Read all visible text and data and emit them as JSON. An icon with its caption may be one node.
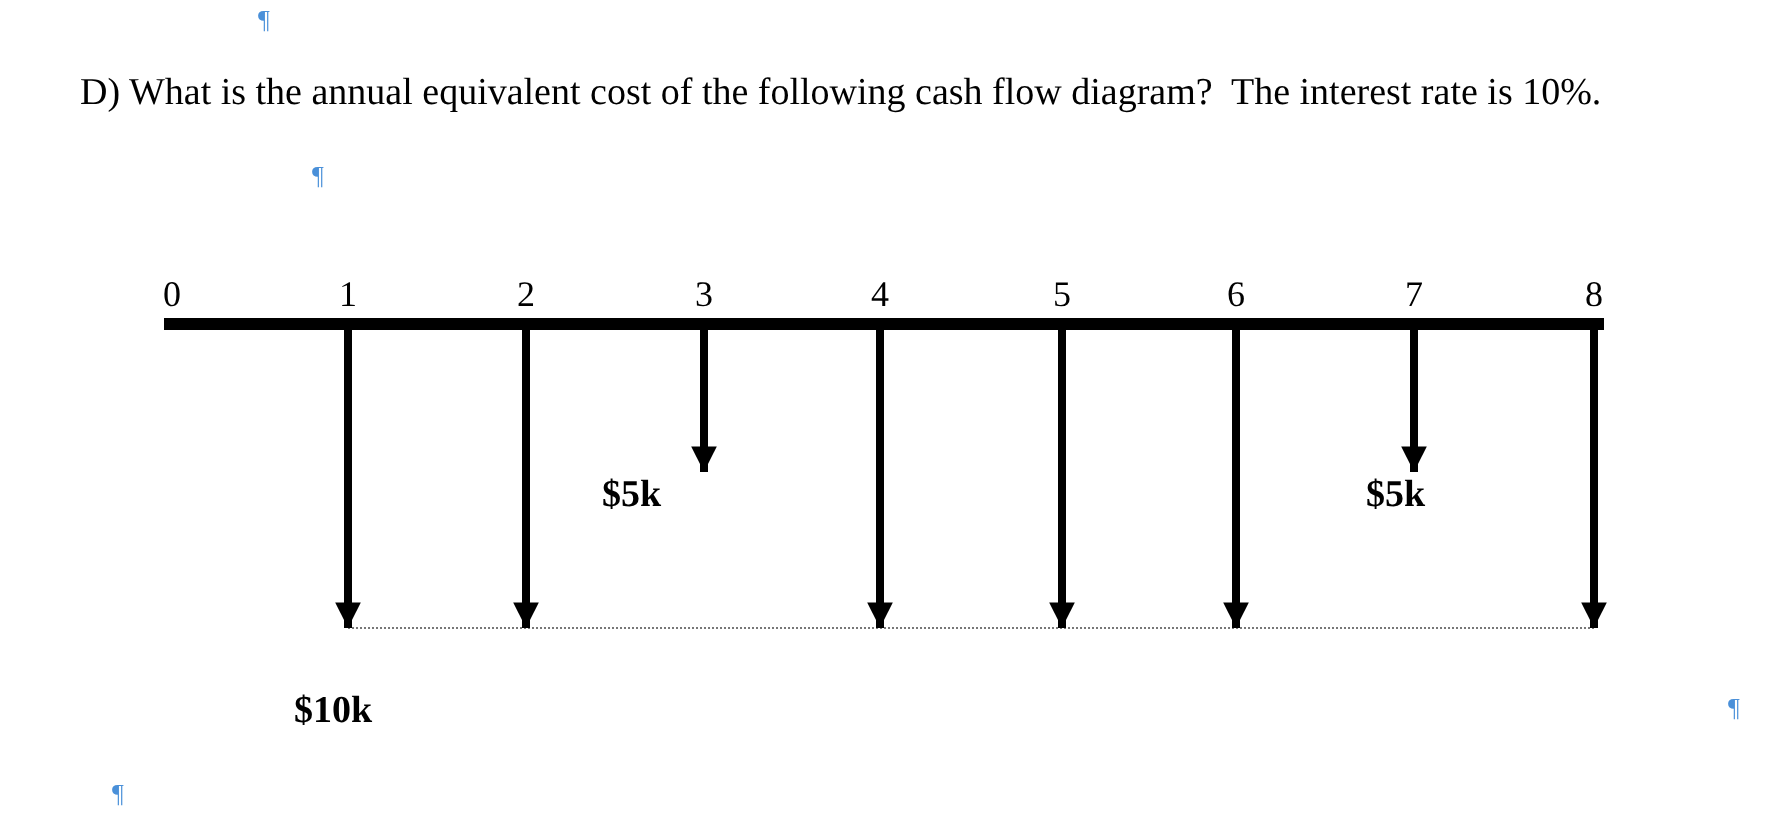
{
  "diagram": {
    "nodes": [
      {
        "text": [],
        "shape": "bar",
        "beside": [
          "0",
          "1",
          "2",
          "3",
          "4",
          "5",
          "6",
          "7",
          "8"
        ]
      },
      {
        "text": [
          "$5k"
        ]
      },
      {
        "text": [
          "$5k"
        ]
      }
    ],
    "edges": [
      {
        "from": 0,
        "to": null,
        "arrow": "to"
      },
      {
        "from": 0,
        "to": null,
        "arrow": "to"
      },
      {
        "from": 0,
        "to": 1,
        "arrow": "to"
      },
      {
        "from": 0,
        "to": null,
        "arrow": "to"
      },
      {
        "from": 0,
        "to": null,
        "arrow": "to"
      },
      {
        "from": 0,
        "to": null,
        "arrow": "to"
      },
      {
        "from": 0,
        "to": 2,
        "arrow": "to"
      },
      {
        "from": 0,
        "to": null,
        "arrow": "to"
      }
    ],
    "labels": [
      "¶",
      "D) What is the annual equivalent cost of the following cash flow diagram?  The interest rate is 10%.",
      "¶",
      "$10k",
      "¶",
      "¶"
    ]
  }
}
